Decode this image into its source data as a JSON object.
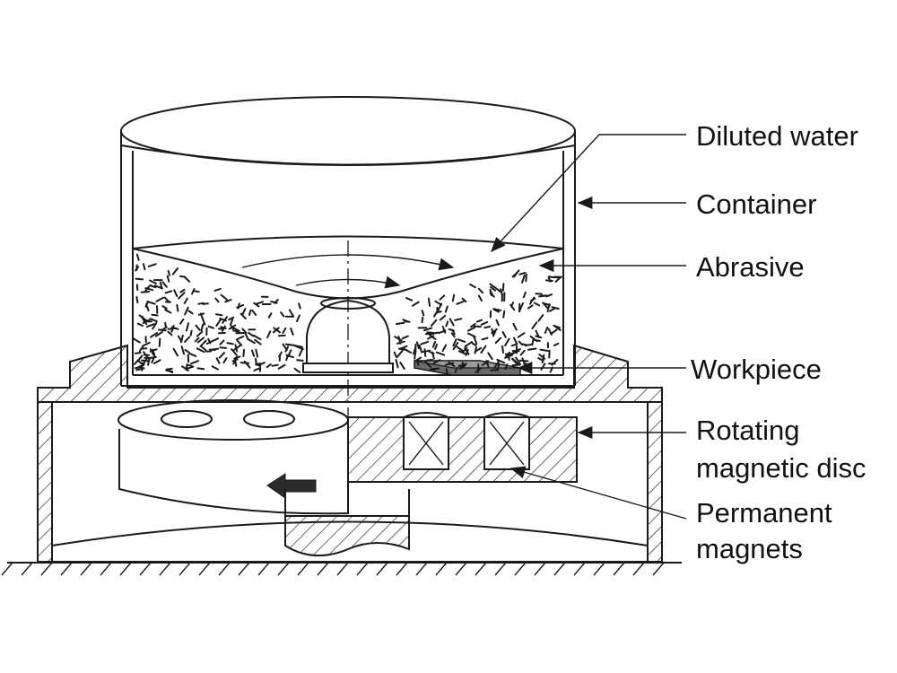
{
  "labels": {
    "diluted_water": "Diluted water",
    "container": "Container",
    "abrasive": "Abrasive",
    "workpiece": "Workpiece",
    "rotating_disc_line1": "Rotating",
    "rotating_disc_line2": "magnetic disc",
    "magnets_line1": "Permanent",
    "magnets_line2": "magnets"
  },
  "colors": {
    "line": "#1a1a1a",
    "background": "#ffffff",
    "workpiece_fill": "#6a6a6a",
    "arrow_fill": "#2b2b2b"
  }
}
